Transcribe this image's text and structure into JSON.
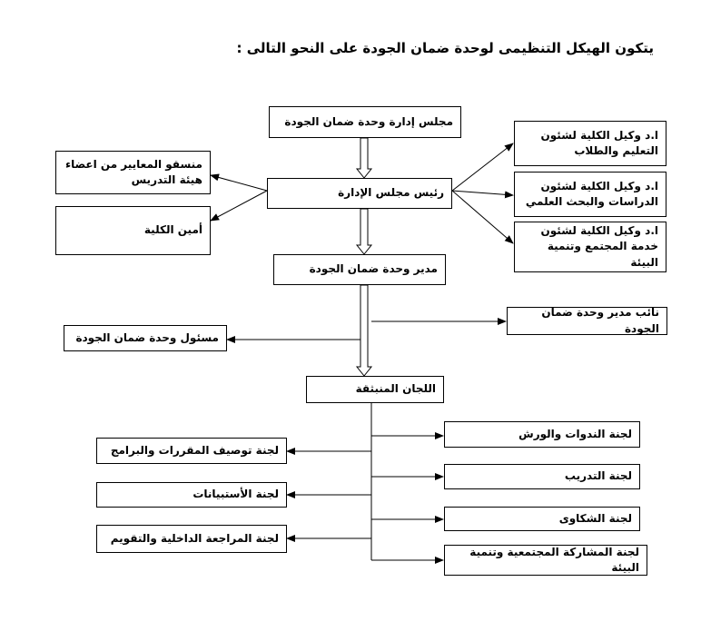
{
  "title": "يتكون الهيكل التنظيمى لوحدة ضمان الجودة على النحو التالى :",
  "boxes": {
    "board": "مجلس إدارة وحدة ضمان الجودة",
    "board_head": "رئيس مجلس الإدارة",
    "standards": "منسقو المعايير من اعضاء هيئة التدريس",
    "secretary": "أمين الكلية",
    "vice_education": "ا.د وكيل الكلية لشئون التعليم والطلاب",
    "vice_research": "ا.د وكيل الكلية لشئون الدراسات والبحث العلمي",
    "vice_community": "ا.د وكيل الكلية لشئون خدمة المجتمع وتنمية البيئة",
    "director": "مدير وحدة ضمان الجودة",
    "deputy": "نائب مدير وحدة ضمان الجودة",
    "officer": "مسئول وحدة ضمان الجودة",
    "committees": "اللجان المنبثقة",
    "seminars": "لجنة الندوات والورش",
    "course_spec": "لجنة توصيف المقررات والبرامج",
    "training": "لجنة التدريب",
    "surveys": "لجنة الأستبيانات",
    "complaints": "لجنة الشكاوى",
    "review": "لجنة المراجعة الداخلية والتقويم",
    "participation": "لجنة المشاركة المجتمعية وتنمية البيئة"
  }
}
